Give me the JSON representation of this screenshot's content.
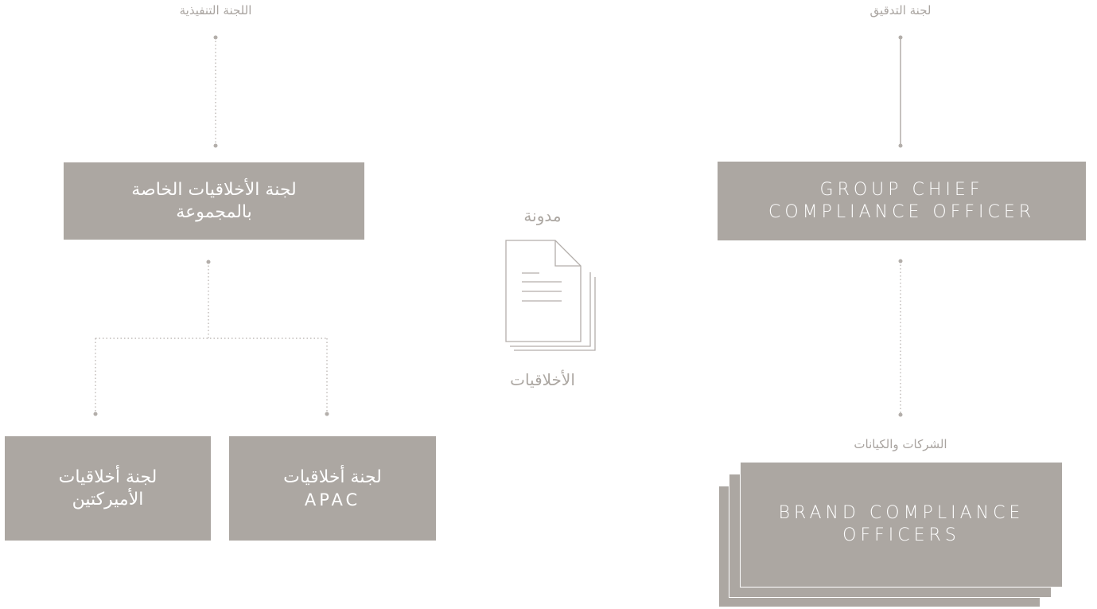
{
  "labels": {
    "executive_committee": "اللجنة التنفيذية",
    "audit_committee": "لجنة التدقيق",
    "companies_entities": "الشركات والكيانات",
    "code_top": "مدونة",
    "code_bottom": "الأخلاقيات"
  },
  "boxes": {
    "group_ethics_line1": "لجنة الأخلاقيات الخاصة",
    "group_ethics_line2": "بالمجموعة",
    "americas_line1": "لجنة أخلاقيات",
    "americas_line2": "الأميركتين",
    "apac_line1": "لجنة أخلاقيات",
    "apac_line2": "APAC",
    "gcco_line1": "GROUP CHIEF",
    "gcco_line2": "COMPLIANCE OFFICER",
    "bco_line1": "BRAND COMPLIANCE",
    "bco_line2": "OFFICERS"
  },
  "icons": {
    "document_stack": "document-stack-icon"
  },
  "colors": {
    "box_fill": "#aca7a2",
    "connector": "#b3aeaa",
    "label_text": "#a9a4a0",
    "box_text": "#ffffff"
  }
}
